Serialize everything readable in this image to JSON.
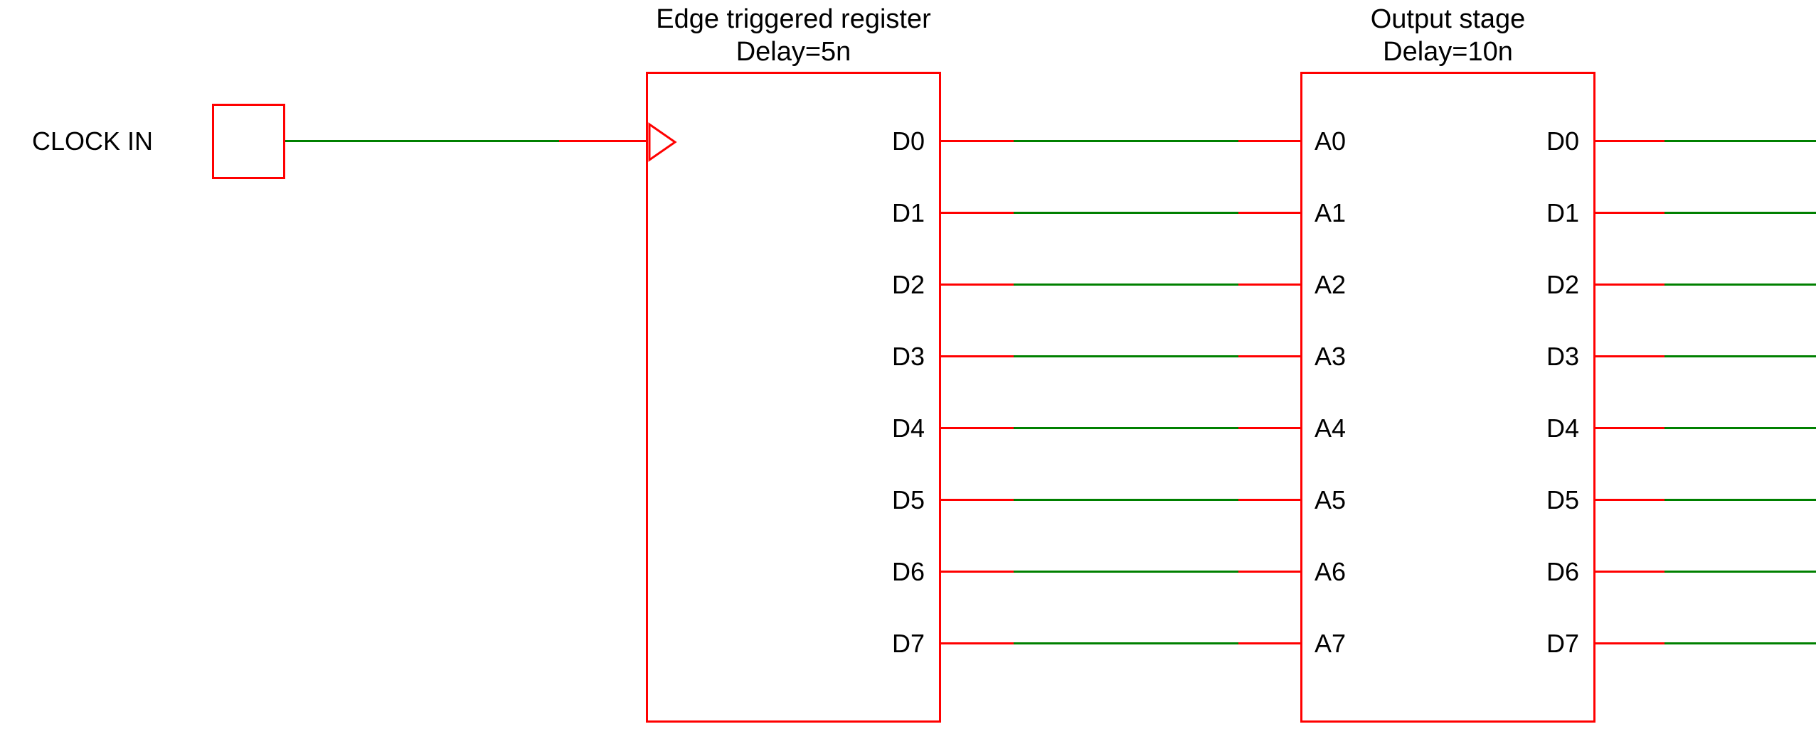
{
  "colors": {
    "component": "#ff0000",
    "wire": "#008000",
    "text": "#000000",
    "background": "#ffffff"
  },
  "clock_source": {
    "label": "CLOCK IN"
  },
  "register": {
    "title": "Edge triggered register",
    "subtitle": "Delay=5n",
    "output_pins": [
      "D0",
      "D1",
      "D2",
      "D3",
      "D4",
      "D5",
      "D6",
      "D7"
    ]
  },
  "output_stage": {
    "title": "Output stage",
    "subtitle": "Delay=10n",
    "input_pins": [
      "A0",
      "A1",
      "A2",
      "A3",
      "A4",
      "A5",
      "A6",
      "A7"
    ],
    "output_pins": [
      "D0",
      "D1",
      "D2",
      "D3",
      "D4",
      "D5",
      "D6",
      "D7"
    ]
  }
}
